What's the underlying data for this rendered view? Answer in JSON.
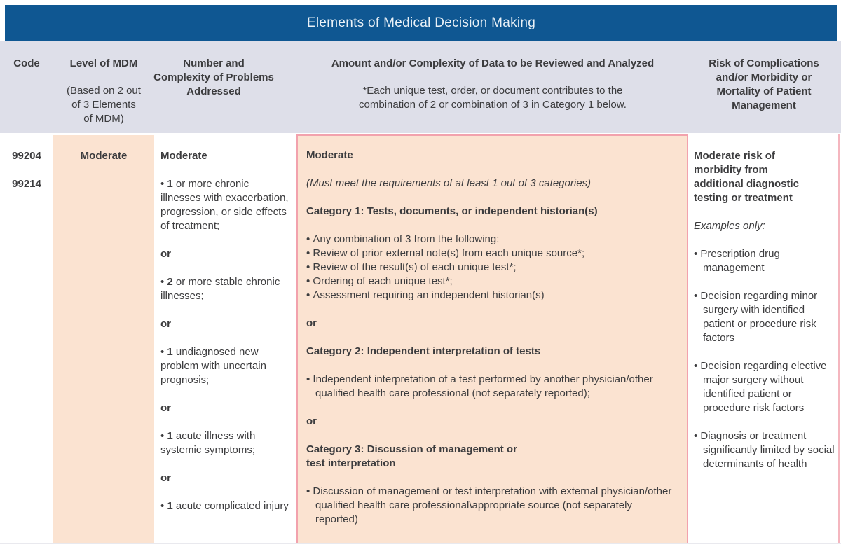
{
  "title_bar": {
    "title": "Elements of Medical Decision Making"
  },
  "header": {
    "code": "Code",
    "level_title": "Level of MDM",
    "level_sub": "(Based on 2 out\nof 3 Elements\nof MDM)",
    "problems_title": "Number and\nComplexity of Problems\nAddressed",
    "data_title": "Amount and/or Complexity of Data to be Reviewed and Analyzed",
    "data_sub": "*Each unique test, order, or document contributes to the\ncombination of 2 or combination of 3 in Category 1 below.",
    "risk_title": "Risk of Complications\nand/or Morbidity or\nMortality of Patient\nManagement"
  },
  "body": {
    "codes": [
      "99204",
      "99214"
    ],
    "level": "Moderate",
    "or_label": "or",
    "problems": {
      "heading": "Moderate",
      "items": [
        {
          "num": "1",
          "rest": " or more chronic illnesses with exacerbation, progression, or side effects of treatment;"
        },
        {
          "num": "2",
          "rest": " or more stable chronic illnesses;"
        },
        {
          "num": "1",
          "rest": " undiagnosed new problem with uncertain prognosis;"
        },
        {
          "num": "1",
          "rest": " acute illness with systemic symptoms;"
        },
        {
          "num": "1",
          "rest": " acute complicated injury"
        }
      ]
    },
    "data": {
      "heading": "Moderate",
      "note": "(Must meet the requirements of at least 1 out of 3 categories)",
      "cat1_title": "Category 1: Tests, documents, or independent historian(s)",
      "cat1_items": [
        "Any combination of 3 from the following:",
        "Review of prior external note(s) from each unique source*;",
        "Review of the result(s) of each unique test*;",
        "Ordering of each unique test*;",
        "Assessment requiring an independent historian(s)"
      ],
      "cat2_title": "Category 2: Independent interpretation of tests",
      "cat2_items": [
        "Independent interpretation of a test performed by another physician/other qualified health care professional (not separately reported);"
      ],
      "cat3_title": "Category 3: Discussion of management or\ntest interpretation",
      "cat3_items": [
        "Discussion of management or test interpretation with external physician/other qualified health care professional\\appropriate source (not separately reported)"
      ]
    },
    "risk": {
      "heading": "Moderate risk of\nmorbidity from\nadditional diagnostic\ntesting or treatment",
      "examples_label": "Examples only:",
      "items": [
        "Prescription drug management",
        "Decision regarding minor surgery with identified patient or procedure risk factors",
        "Decision regarding elective major surgery without identified patient or procedure risk factors",
        "Diagnosis or treatment significantly limited by social determinants of health"
      ]
    }
  },
  "colors": {
    "header_blue": "#0F5792",
    "band_lavender": "#DEDFE9",
    "peach": "#FBE3D1",
    "pink_border": "#F2A2AD",
    "text": "#3C3C3E"
  }
}
